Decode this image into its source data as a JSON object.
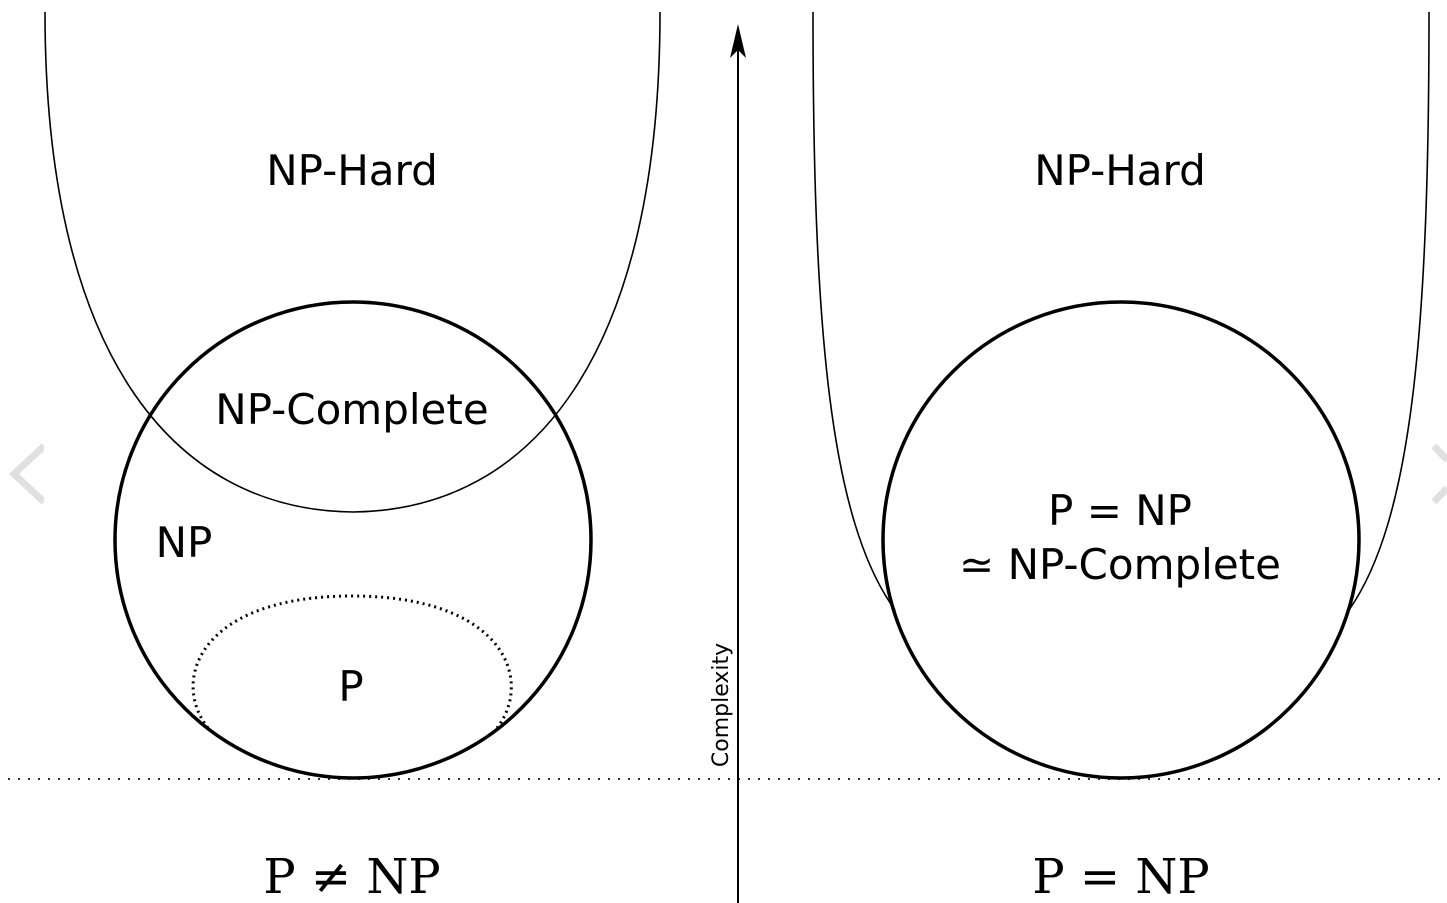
{
  "left": {
    "np_hard_label": "NP-Hard",
    "np_complete_label": "NP-Complete",
    "np_label": "NP",
    "p_label": "P",
    "caption": "P ≠ NP"
  },
  "right": {
    "np_hard_label": "NP-Hard",
    "line1": "P = NP",
    "line2": "≃ NP-Complete",
    "caption": "P = NP"
  },
  "axis": {
    "label": "Complexity"
  },
  "nav": {
    "prev_icon": "chevron-left-icon",
    "next_icon": "chevron-right-icon"
  }
}
